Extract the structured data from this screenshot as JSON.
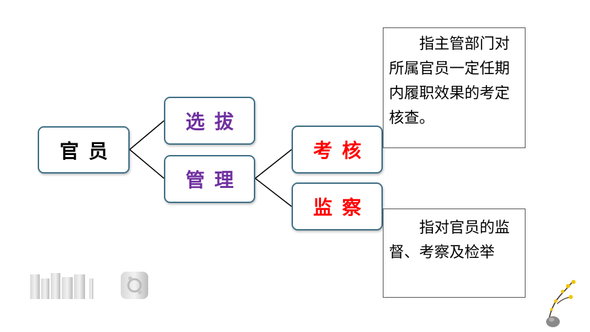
{
  "nodes": {
    "root": "官员",
    "select": "选拔",
    "manage": "管理",
    "assess": "考核",
    "supervise": "监察"
  },
  "notes": {
    "assess": "指主管部门对所属官员一定任期内履职效果的考定核查。",
    "supervise": "指对官员的监督、考察及检举"
  },
  "colors": {
    "root_text": "#000000",
    "level1_text": "#7030a0",
    "level2_text": "#ff0000",
    "border": "#3f6f86"
  }
}
